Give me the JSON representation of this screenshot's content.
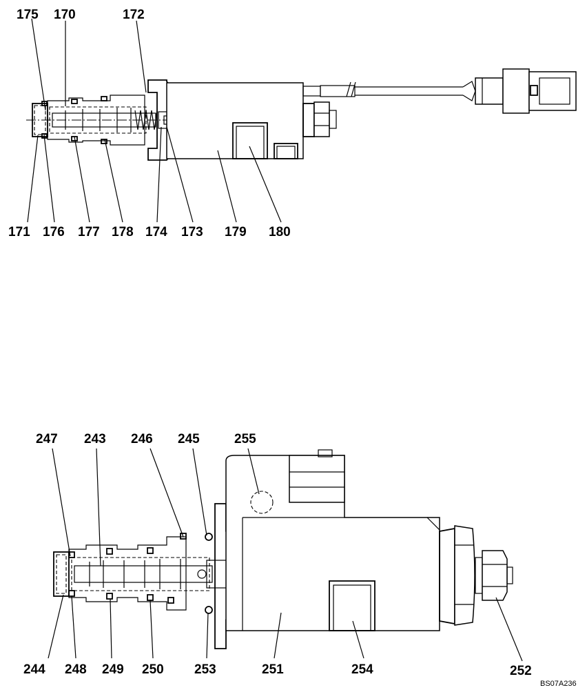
{
  "top_diagram": {
    "labels": {
      "p175": "175",
      "p170": "170",
      "p172": "172",
      "p171": "171",
      "p176": "176",
      "p177": "177",
      "p178": "178",
      "p174": "174",
      "p173": "173",
      "p179": "179",
      "p180": "180"
    }
  },
  "bottom_diagram": {
    "labels": {
      "p247": "247",
      "p243": "243",
      "p246": "246",
      "p245": "245",
      "p255": "255",
      "p244": "244",
      "p248": "248",
      "p249": "249",
      "p250": "250",
      "p253": "253",
      "p251": "251",
      "p254": "254",
      "p252": "252"
    }
  },
  "reference_code": "BS07A236"
}
